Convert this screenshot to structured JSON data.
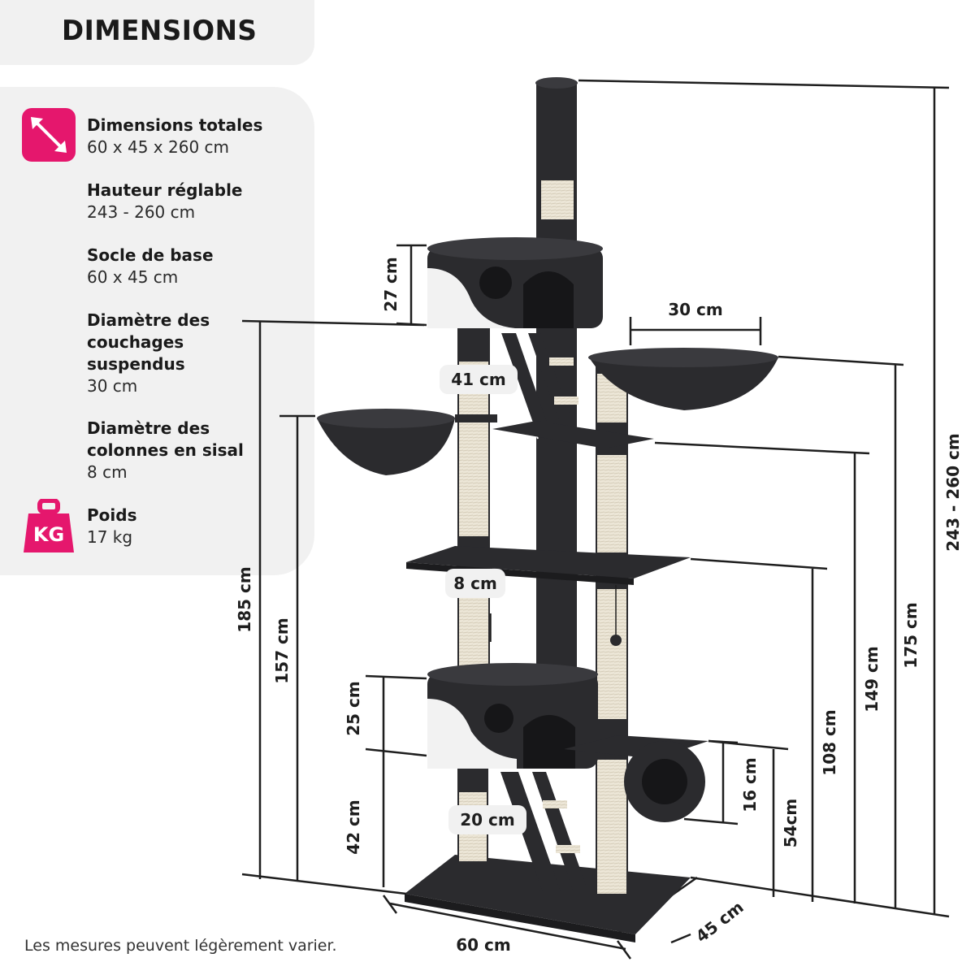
{
  "title": "DIMENSIONS",
  "specs": [
    {
      "label": "Dimensions totales",
      "value": "60 x 45 x 260 cm",
      "icon": "diagonal-arrows-icon"
    },
    {
      "label": "Hauteur réglable",
      "value": "243 - 260 cm"
    },
    {
      "label": "Socle de base",
      "value": "60 x 45 cm"
    },
    {
      "label": "Diamètre des couchages suspendus",
      "value": "30 cm"
    },
    {
      "label": "Diamètre des colonnes en sisal",
      "value": "8 cm"
    },
    {
      "label": "Poids",
      "value": "17 kg",
      "icon": "weight-kg-icon"
    }
  ],
  "weight_icon_text": "KG",
  "measurements": {
    "total_height": "243 - 260 cm",
    "h_185": "185 cm",
    "h_157": "157 cm",
    "h_175": "175 cm",
    "h_149": "149 cm",
    "h_108": "108 cm",
    "h_54": "54cm",
    "h_16": "16 cm",
    "h_42": "42 cm",
    "h_25": "25 cm",
    "h_27": "27 cm",
    "hammock_diameter": "30 cm",
    "gap_41": "41 cm",
    "post_diameter": "8 cm",
    "gap_20": "20 cm",
    "base_width": "60 cm",
    "base_depth": "45 cm"
  },
  "footnote": "Les mesures peuvent légèrement varier.",
  "colors": {
    "accent": "#e5176d",
    "panel": "#f1f1f1",
    "plush": "#2b2b2e",
    "sisal": "#ebe5d6",
    "white_plush": "#f2f2f2"
  }
}
